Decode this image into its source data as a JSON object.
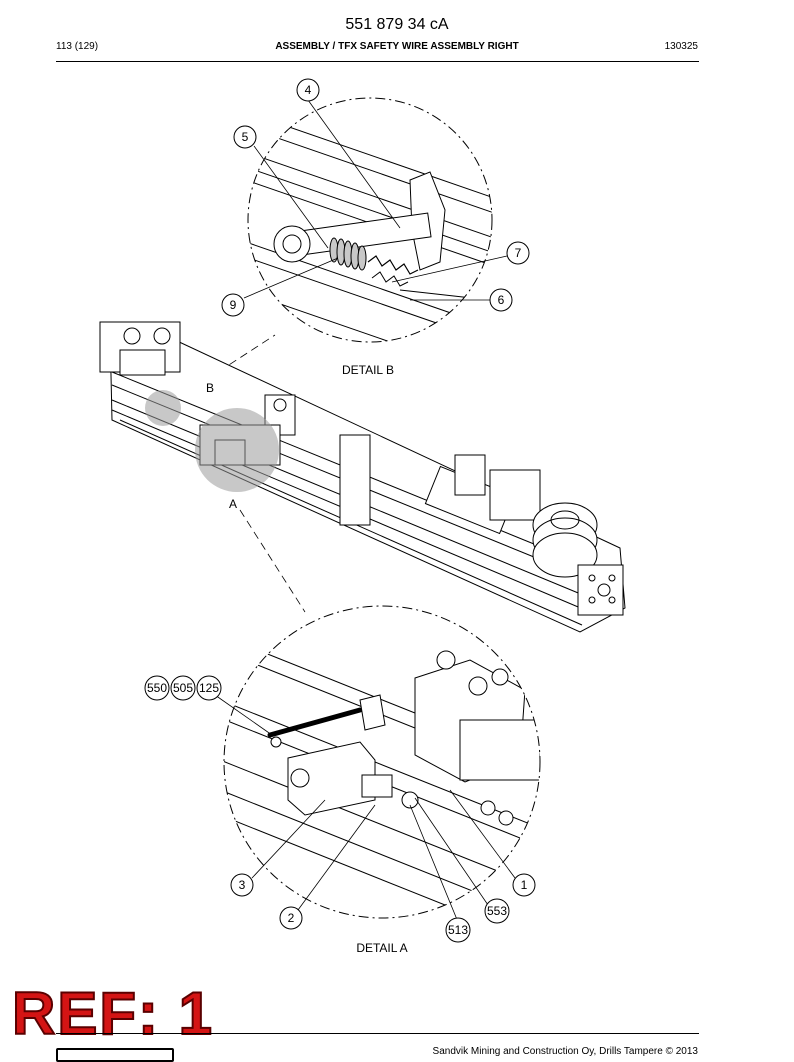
{
  "header": {
    "doc_number": "551 879 34 cA",
    "page_ref": "113 (129)",
    "title": "ASSEMBLY / TFX SAFETY WIRE ASSEMBLY RIGHT",
    "date_code": "130325"
  },
  "drawing": {
    "detail_b_label": "DETAIL  B",
    "detail_a_label": "DETAIL  A",
    "view_marker_b": "B",
    "view_marker_a": "A",
    "callouts_detail_b": [
      "4",
      "5",
      "7",
      "6",
      "9"
    ],
    "callouts_detail_a": [
      "550",
      "505",
      "125",
      "3",
      "2",
      "513",
      "553",
      "1"
    ]
  },
  "stamp": {
    "text": "REF: 1"
  },
  "footer": {
    "copyright": "Sandvik Mining and Construction Oy, Drills Tampere © 2013"
  }
}
